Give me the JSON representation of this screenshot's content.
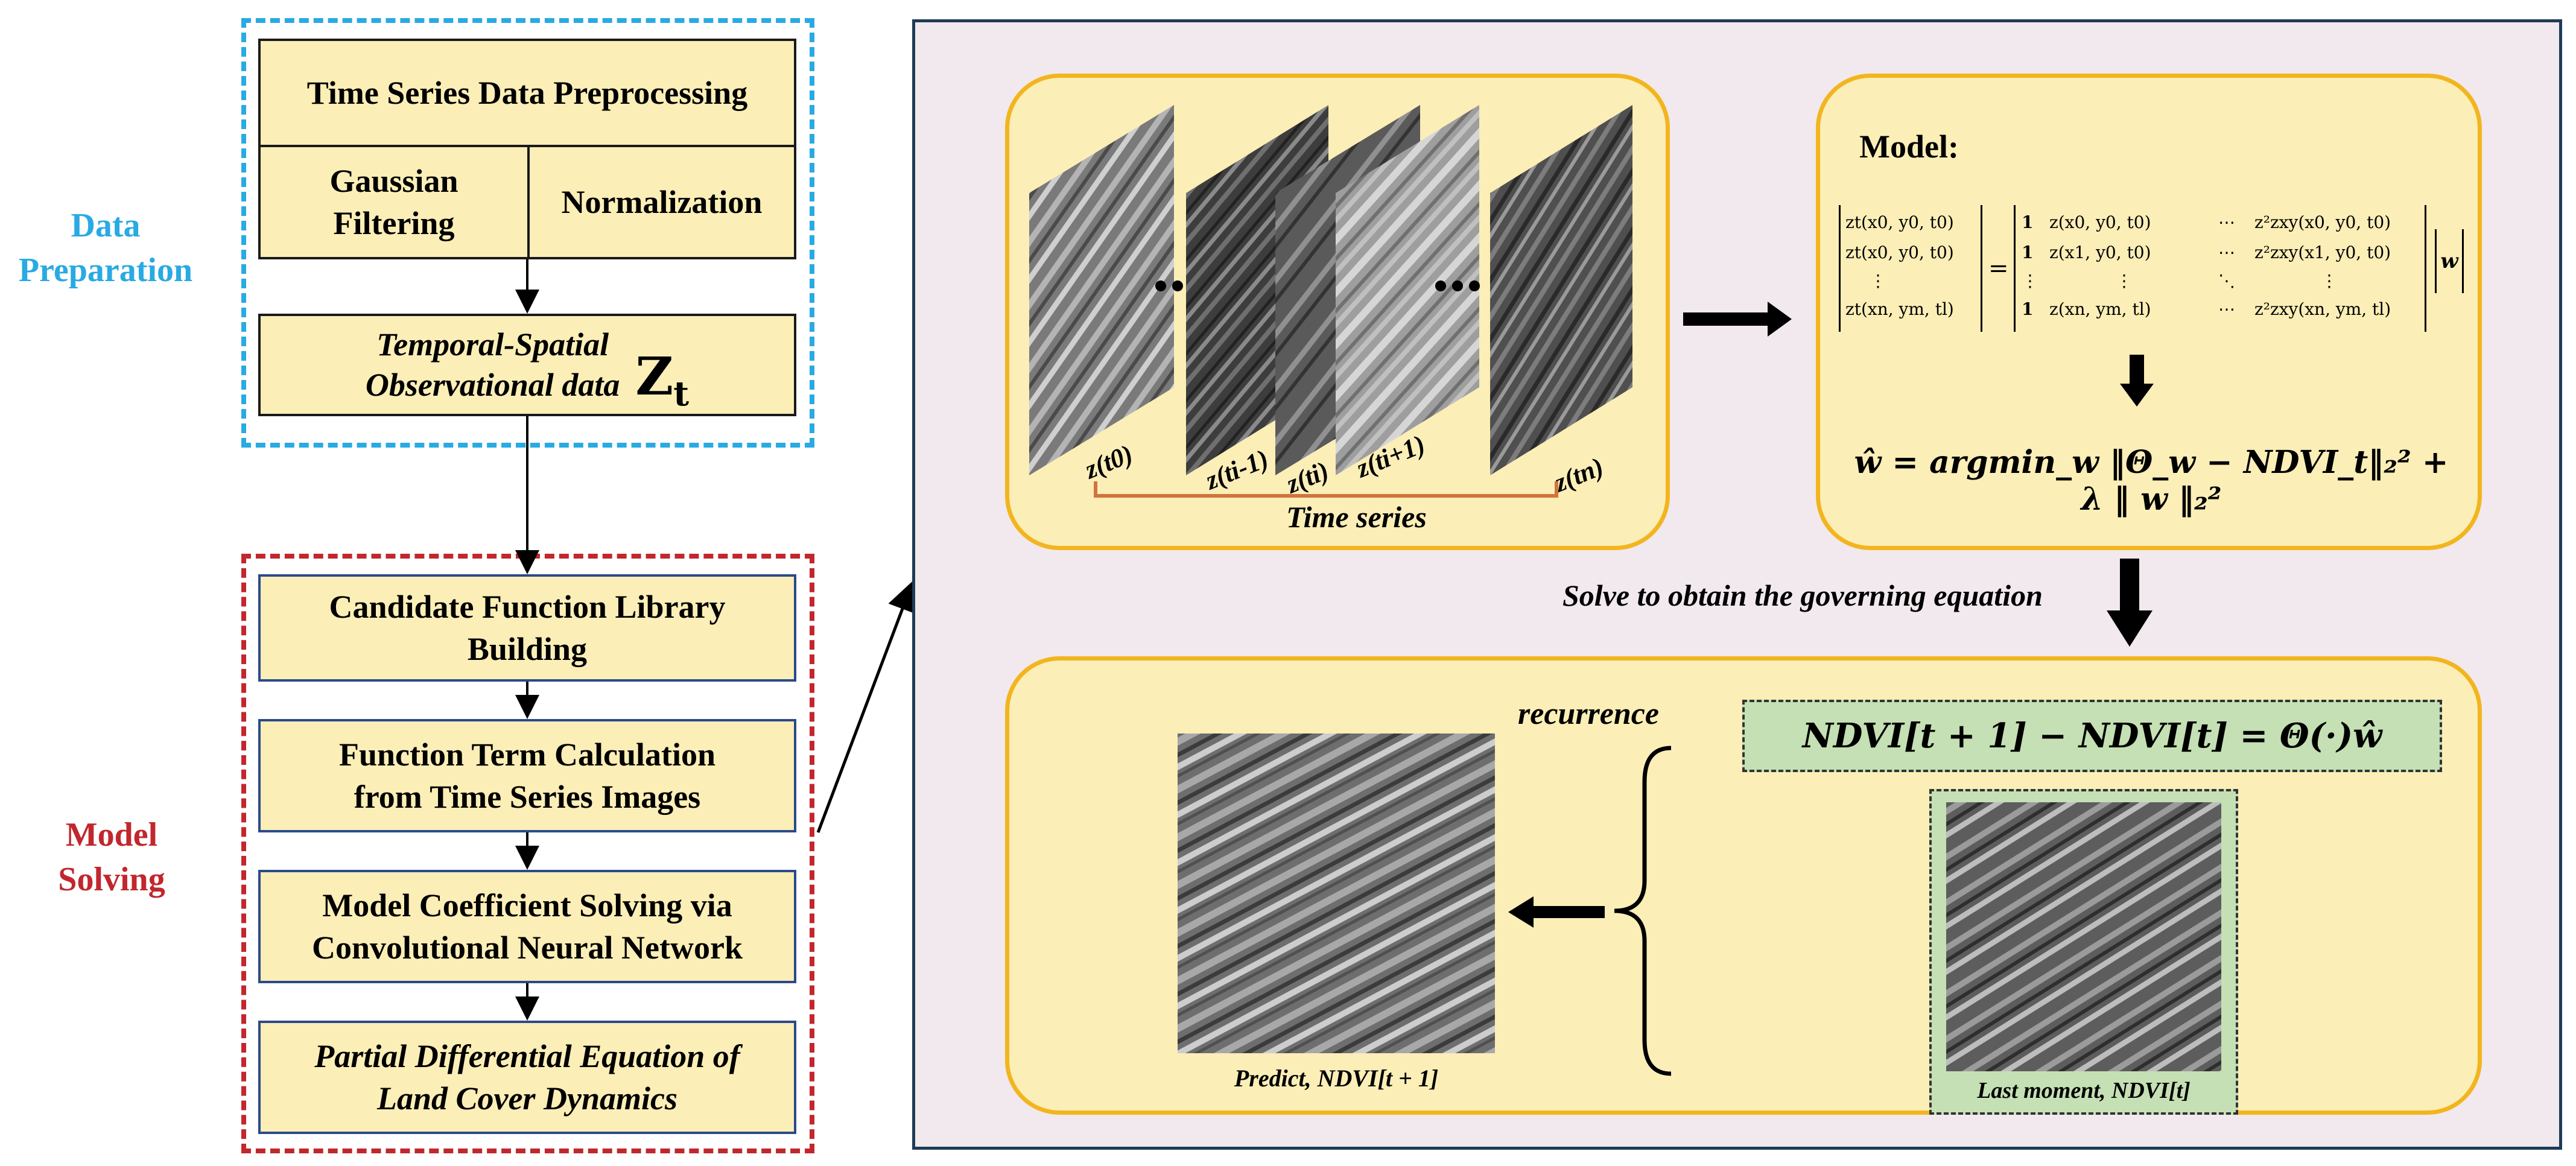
{
  "sections": {
    "data_preparation": "Data\nPreparation",
    "model_solving": "Model\nSolving"
  },
  "flow": {
    "preprocessing": "Time Series Data Preprocessing",
    "gaussian": "Gaussian\nFiltering",
    "normalization": "Normalization",
    "observational": "Temporal-Spatial\nObservational data",
    "observational_symbol": "Z",
    "observational_sub": "t",
    "library": "Candidate Function Library\nBuilding",
    "term_calc": "Function Term Calculation\nfrom Time Series Images",
    "coef_solving": "Model Coefficient Solving via\nConvolutional Neural Network",
    "pde": "Partial Differential Equation of\nLand Cover Dynamics"
  },
  "time_series": {
    "caption": "Time series",
    "labels": [
      "z(t0)",
      "z(ti-1)",
      "z(ti)",
      "z(ti+1)",
      "z(tn)"
    ]
  },
  "model": {
    "title": "Model:",
    "lhs_rows": [
      "zt(x0, y0, t0)",
      "zt(x0, y0, t0)",
      "⋮",
      "zt(xn, ym, tl)"
    ],
    "matrix_rows": [
      [
        "1",
        "z(x0, y0, t0)",
        "⋯",
        "z²zxy(x0, y0, t0)"
      ],
      [
        "1",
        "z(x1, y0, t0)",
        "⋯",
        "z²zxy(x1, y0, t0)"
      ],
      [
        "⋮",
        "⋮",
        "⋱",
        "⋮"
      ],
      [
        "1",
        "z(xn, ym, tl)",
        "⋯",
        "z²zxy(xn, ym, tl)"
      ]
    ],
    "w_symbol": "w",
    "objective": "ŵ = argmin_w ‖Θ_w − NDVI_t‖₂² + λ ‖ w ‖₂²"
  },
  "solve_text": "Solve to obtain the governing equation",
  "recurrence": {
    "label": "recurrence",
    "equation": "NDVI[t + 1] − NDVI[t] = Θ(·)ŵ",
    "predict_caption": "Predict, NDVI[t + 1]",
    "last_caption": "Last moment, NDVI[t]"
  },
  "colors": {
    "panel_fill": "#fbeeb7",
    "panel_border": "#f2b51e",
    "section_blue": "#29aae2",
    "section_red": "#c1272d",
    "green_box": "#c5e0b4",
    "frame_fill": "#f1e9ee"
  }
}
